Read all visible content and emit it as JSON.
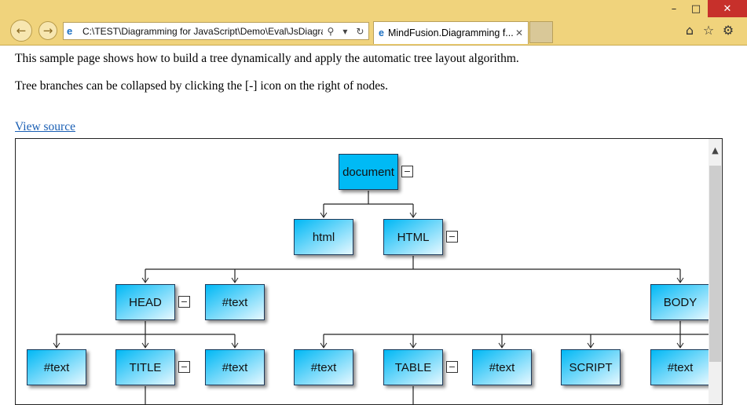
{
  "browser": {
    "window_controls": {
      "minimize": "–",
      "maximize": "□",
      "close": "✕"
    },
    "back_icon": "←",
    "forward_icon": "→",
    "address": {
      "favicon": "e",
      "url": "C:\\TEST\\Diagramming for JavaScript\\Demo\\Eval\\JsDiagram",
      "search_icon": "⚲",
      "dropdown_icon": "▾",
      "refresh_icon": "↻"
    },
    "tab": {
      "favicon": "e",
      "title": "MindFusion.Diagramming f...",
      "close": "✕"
    },
    "toolbar": {
      "home_icon": "⌂",
      "favorites_icon": "☆",
      "settings_icon": "⚙"
    }
  },
  "page": {
    "intro": "This sample page shows how to build a tree dynamically and apply the automatic tree layout algorithm.",
    "collapse_note": "Tree branches can be collapsed by clicking the [-] icon on the right of nodes.",
    "view_source": "View source"
  },
  "diagram": {
    "scroll_up_icon": "▲",
    "toggle_symbol": "−",
    "nodes": {
      "document": "document",
      "html": "html",
      "html_upper": "HTML",
      "head": "HEAD",
      "text_1": "#text",
      "body": "BODY",
      "text_2": "#text",
      "title": "TITLE",
      "text_3": "#text",
      "text_4": "#text",
      "table": "TABLE",
      "text_5": "#text",
      "script": "SCRIPT",
      "text_6": "#text"
    }
  }
}
